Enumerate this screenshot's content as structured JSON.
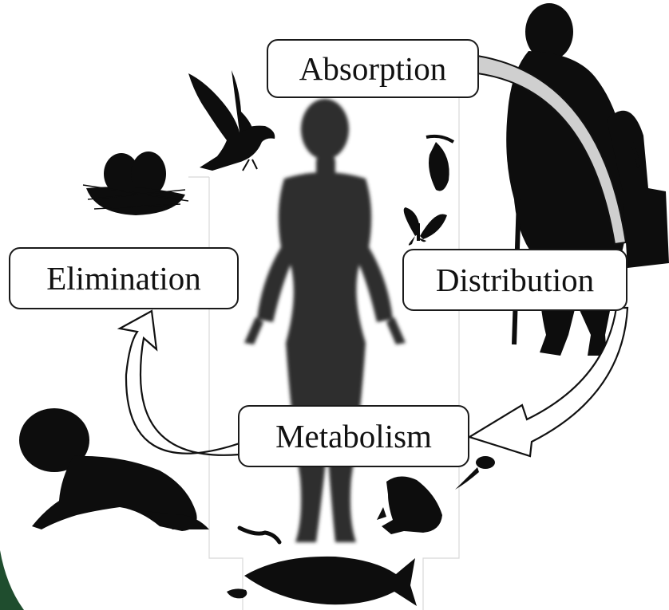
{
  "stages": {
    "absorption": "Absorption",
    "distribution": "Distribution",
    "metabolism": "Metabolism",
    "elimination": "Elimination"
  },
  "colors": {
    "silhouette": "#0d0d0d",
    "human_silhouette": "#2e2e2e",
    "arrow_fill_first": "#cfcfcf",
    "arrow_fill_others": "#ffffff",
    "accent_corner": "#1f4d2e"
  },
  "icons": [
    "elderly-woman-icon",
    "adult-woman-icon",
    "bird-icon",
    "bird-nest-icon",
    "chrysalis-icon",
    "butterfly-icon",
    "baby-icon",
    "frog-icon",
    "tadpole-icon",
    "fish-icon",
    "worm-icon",
    "larva-icon"
  ]
}
